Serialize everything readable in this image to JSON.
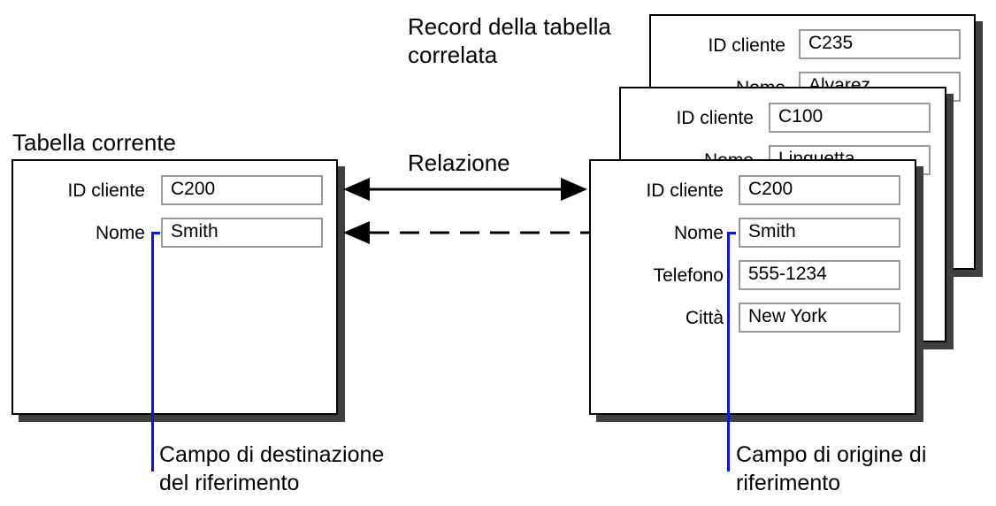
{
  "related_title": [
    "Record della tabella",
    "correlata"
  ],
  "current_title": "Tabella corrente",
  "relation_label": "Relazione",
  "current_table": {
    "rows": [
      {
        "label": "ID cliente",
        "value": "C200"
      },
      {
        "label": "Nome",
        "value": "Smith"
      }
    ]
  },
  "related_records": [
    {
      "rows": [
        {
          "label": "ID cliente",
          "value": "C235"
        },
        {
          "label": "Nome",
          "value": "Alvarez"
        }
      ]
    },
    {
      "rows": [
        {
          "label": "ID cliente",
          "value": "C100"
        },
        {
          "label": "Nome",
          "value": "Linguetta"
        }
      ]
    },
    {
      "rows": [
        {
          "label": "ID cliente",
          "value": "C200"
        },
        {
          "label": "Nome",
          "value": "Smith"
        },
        {
          "label": "Telefono",
          "value": "555-1234"
        },
        {
          "label": "Città",
          "value": "New York"
        }
      ]
    }
  ],
  "captions": {
    "target": [
      "Campo di destinazione",
      "del riferimento"
    ],
    "source": [
      "Campo di origine di",
      "riferimento"
    ]
  },
  "colors": {
    "leader_line": "#1010e0",
    "shadow": "#3f3f3f",
    "field_border": "#9a9a9a"
  }
}
